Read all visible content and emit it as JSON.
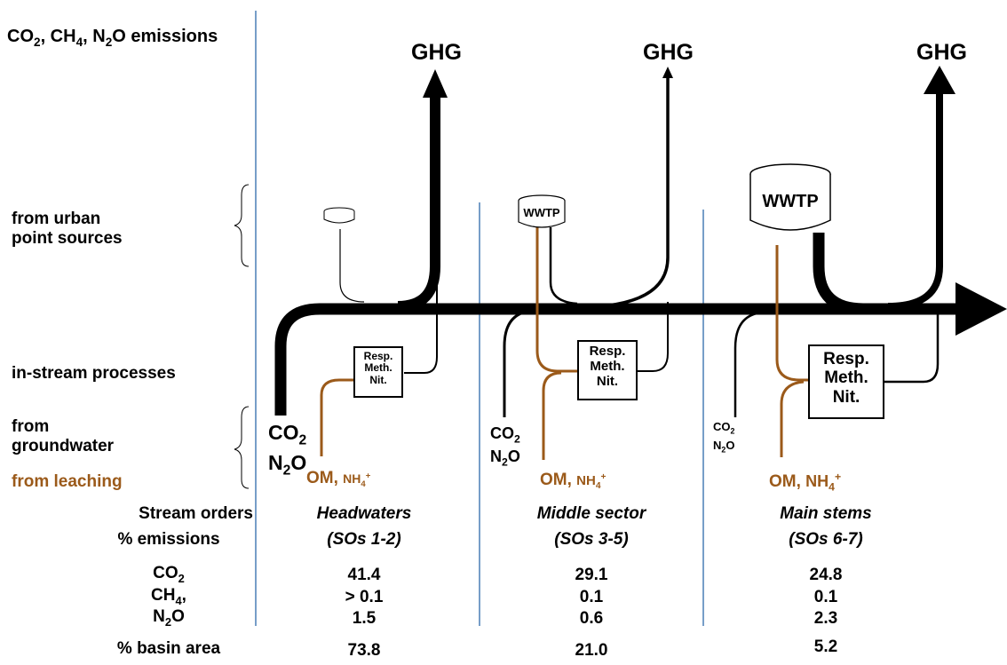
{
  "left_labels": {
    "emissions": {
      "a": "CO",
      "a_sub": "2",
      "b": ", CH",
      "b_sub": "4",
      "c": ", N",
      "c_sub": "2",
      "d": "O emissions"
    },
    "urban_1": "from urban",
    "urban_2": "point sources",
    "instream": "in-stream processes",
    "groundwater_1": "from",
    "groundwater_2": "groundwater",
    "leaching": "from leaching"
  },
  "ghg": [
    "GHG",
    "GHG",
    "GHG"
  ],
  "wwtp": [
    "WWTP",
    "WWTP"
  ],
  "process_box": [
    "Resp.",
    "Meth.",
    "Nit."
  ],
  "inputs": {
    "co2": "CO",
    "co2_sub": "2",
    "n2o": "N",
    "n2o_sub": "2",
    "n2o_end": "O",
    "om": "OM, ",
    "nh4": "NH",
    "nh4_sub": "4",
    "nh4_sup": "+"
  },
  "table": {
    "row_stream_orders": "Stream orders",
    "row_emissions": "% emissions",
    "row_co2": "CO",
    "row_co2_sub": "2",
    "row_ch4": "CH",
    "row_ch4_sub": "4",
    "row_ch4_end": ",",
    "row_n2o": "N",
    "row_n2o_sub": "2",
    "row_n2o_end": "O",
    "row_basin": "% basin area",
    "columns": [
      {
        "name": "Headwaters",
        "sos": "(SOs 1-2)",
        "co2": "41.4",
        "ch4": "> 0.1",
        "n2o": "1.5",
        "basin": "73.8"
      },
      {
        "name": "Middle sector",
        "sos": "(SOs 3-5)",
        "co2": "29.1",
        "ch4": "0.1",
        "n2o": "0.6",
        "basin": "21.0"
      },
      {
        "name": "Main stems",
        "sos": "(SOs 6-7)",
        "co2": "24.8",
        "ch4": "0.1",
        "n2o": "2.3",
        "basin": "5.2"
      }
    ]
  },
  "colors": {
    "main": "#000000",
    "leaching": "#9b5a1a",
    "divider": "#4a7fb5"
  }
}
